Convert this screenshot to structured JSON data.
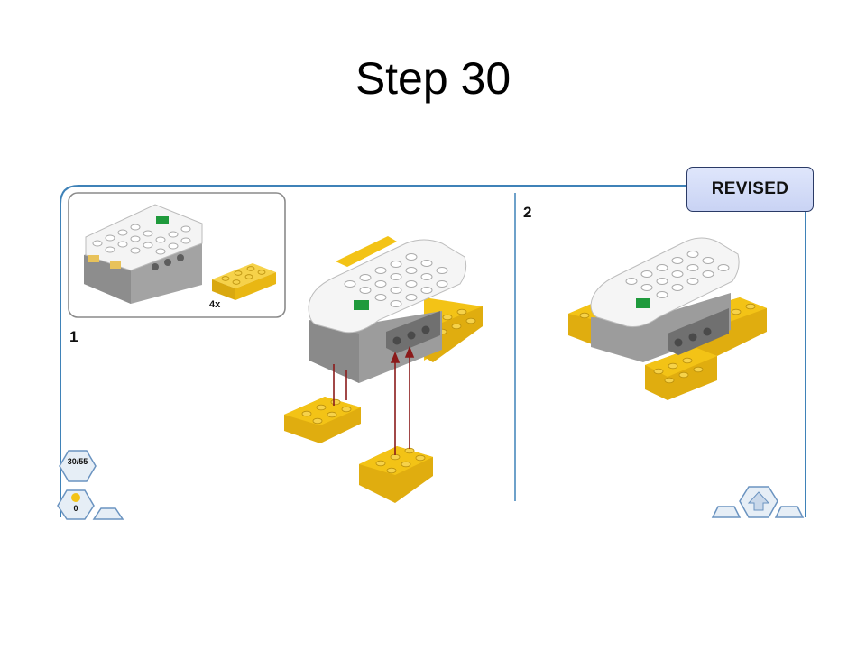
{
  "slide": {
    "title": "Step 30"
  },
  "badge": {
    "label": "REVISED"
  },
  "panel": {
    "step1_label": "1",
    "step2_label": "2",
    "parts_quantity": "4x"
  },
  "nav": {
    "page_counter": "30/55",
    "zero_counter": "0"
  },
  "colors": {
    "brick_yellow": "#f3c316",
    "hub_white": "#f7f7f7",
    "hub_grey": "#a9a9a9",
    "frame_blue": "#3f82b8",
    "arrow_red": "#8b1a1a",
    "sensor_green": "#1f9a3c"
  }
}
